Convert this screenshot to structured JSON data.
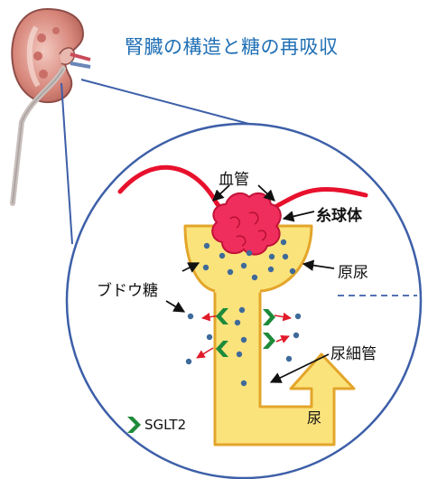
{
  "title": "腎臓の構造と糖の再吸収",
  "labels": {
    "blood_vessel": "血管",
    "glomerulus": "糸球体",
    "primary_urine": "原尿",
    "glucose": "ブドウ糖",
    "renal_tubule": "尿細管",
    "urine": "尿",
    "sglt2": "SGLT2"
  },
  "colors": {
    "title": "#1f6fb5",
    "circle": "#3d5fa8",
    "vessel": "#e8112d",
    "glomerulus": "#ef2e5d",
    "tubule_fill": "#fbe37c",
    "tubule_stroke": "#e3a52a",
    "glucose_dot": "#3e6a9a",
    "sglt2": "#1e8a3a",
    "arrow_red": "#e11b2a"
  }
}
